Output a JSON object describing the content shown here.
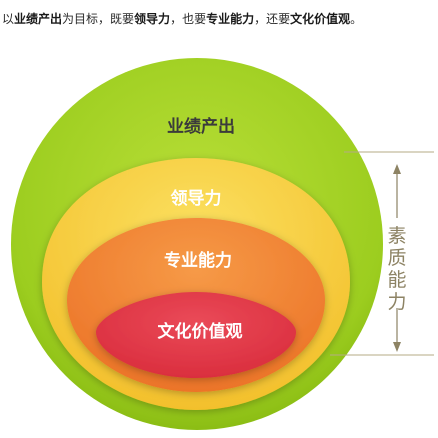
{
  "headline": {
    "part1": "以",
    "bold1": "业绩产出",
    "part2": "为目标，既要",
    "bold2": "领导力",
    "part3": "，也要",
    "bold3": "专业能力",
    "part4": "，还要",
    "bold4": "文化价值观",
    "part5": "。"
  },
  "diagram": {
    "layers": [
      {
        "label": "业绩产出",
        "color": "#9ccd1f"
      },
      {
        "label": "领导力",
        "color": "#f7c935"
      },
      {
        "label": "专业能力",
        "color": "#f08030"
      },
      {
        "label": "文化价值观",
        "color": "#e23c4b"
      }
    ],
    "side_label": [
      "素",
      "质",
      "能",
      "力"
    ],
    "line_color": "#b5ab86"
  }
}
